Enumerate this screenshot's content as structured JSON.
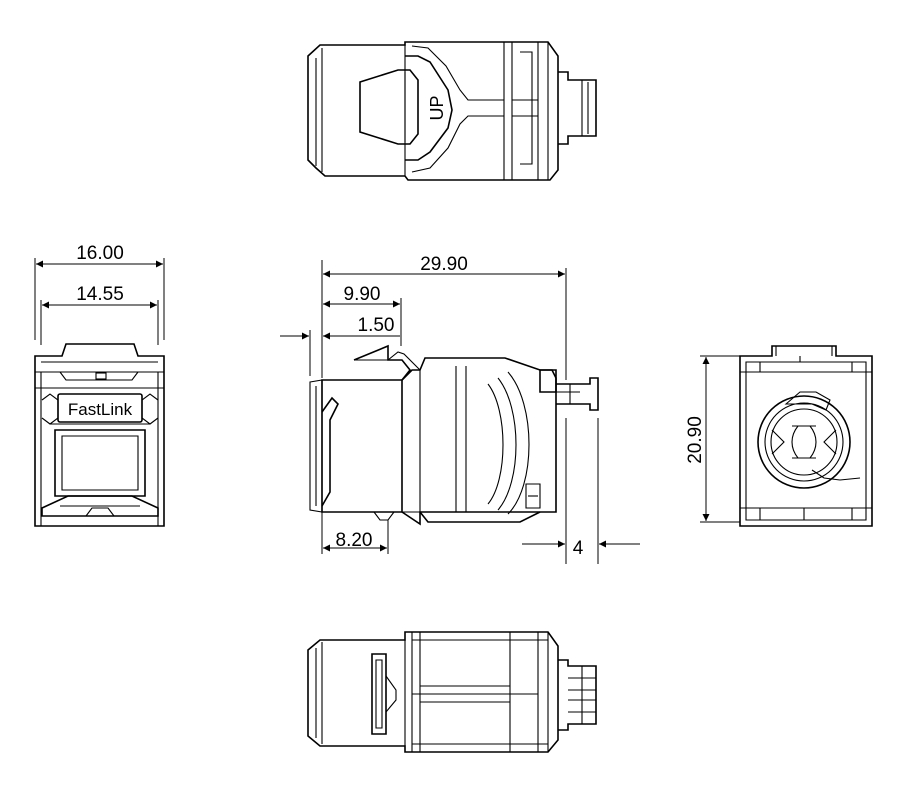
{
  "dimensions": {
    "top_width_outer": "16.00",
    "top_width_inner": "14.55",
    "side_length": "29.90",
    "side_front": "9.90",
    "side_step": "1.50",
    "side_bottom": "8.20",
    "side_tail": "4",
    "right_height": "20.90"
  },
  "labels": {
    "brand": "FastLink",
    "orientation_mark": "UP"
  },
  "colors": {
    "line": "#000000",
    "background": "#ffffff"
  }
}
